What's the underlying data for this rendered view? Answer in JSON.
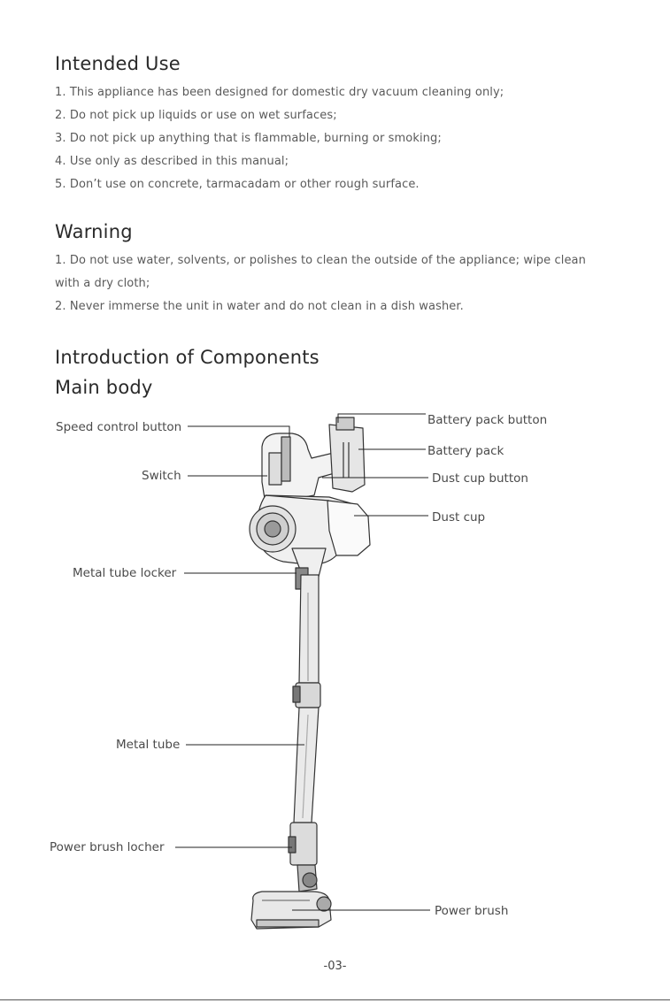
{
  "sections": {
    "intended": {
      "title": "Intended Use",
      "items": [
        "1. This appliance has been designed for domestic dry vacuum cleaning only;",
        "2. Do not pick up liquids or use on wet surfaces;",
        "3. Do not pick up anything that is flammable, burning or smoking;",
        "4. Use only as described in this manual;",
        "5. Don’t use on concrete, tarmacadam or other rough surface."
      ]
    },
    "warning": {
      "title": "Warning",
      "items": [
        "1. Do not use water, solvents, or polishes to clean the outside of the appliance; wipe clean with a dry cloth;",
        "2. Never immerse the unit in water and do not clean in a dish washer."
      ]
    },
    "components": {
      "title": "Introduction of Components",
      "subtitle": "Main body"
    }
  },
  "labels": {
    "speed_control_button": "Speed control button",
    "switch": "Switch",
    "metal_tube_locker": "Metal tube locker",
    "metal_tube": "Metal tube",
    "power_brush_locher": "Power brush locher",
    "battery_pack_button": "Battery pack button",
    "battery_pack": "Battery pack",
    "dust_cup_button": "Dust cup button",
    "dust_cup": "Dust cup",
    "power_brush": "Power brush"
  },
  "footer": {
    "page_number": "-03-"
  }
}
